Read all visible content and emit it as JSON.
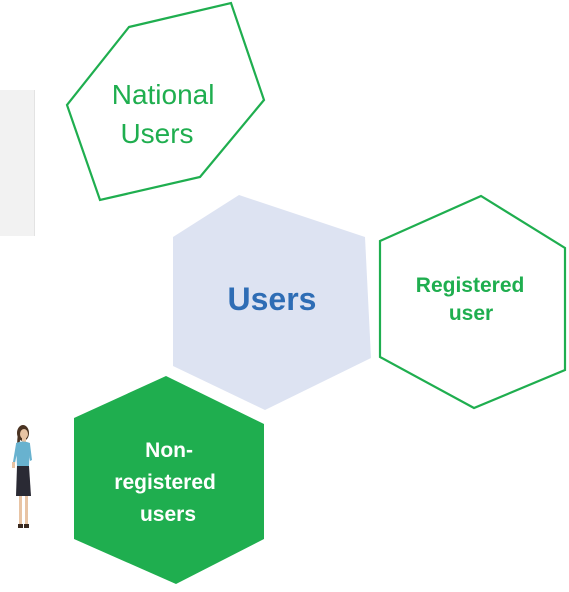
{
  "colors": {
    "green": "#1fae4f",
    "center_fill": "#dde3f2",
    "center_text": "#2e6db5",
    "panel": "#f2f2f2",
    "white": "#ffffff"
  },
  "hexagons": {
    "national": {
      "lines": [
        "National",
        "Users"
      ]
    },
    "center": {
      "lines": [
        "Users"
      ]
    },
    "registered": {
      "lines": [
        "Registered",
        "user"
      ]
    },
    "non_registered": {
      "lines": [
        "Non-",
        "registered",
        "users"
      ]
    }
  },
  "icons": {
    "person": "woman-standing-icon"
  }
}
